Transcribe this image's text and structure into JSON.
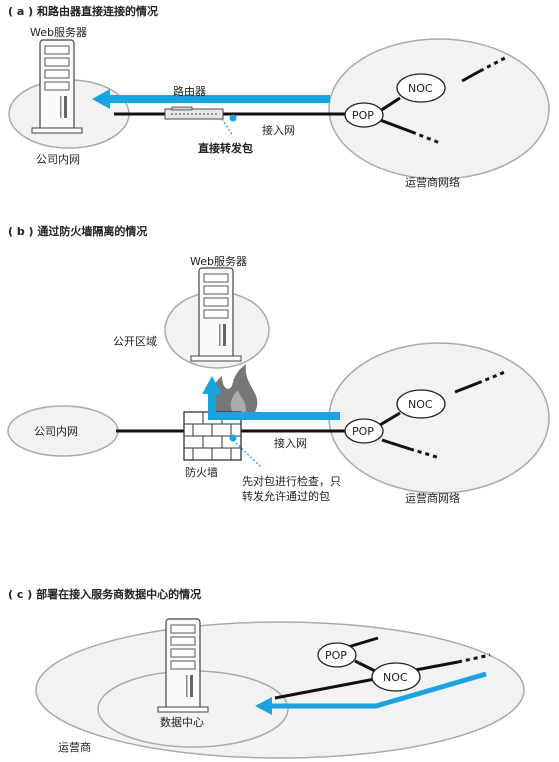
{
  "colors": {
    "accent": "#1ba3e0",
    "ellipse_fill": "#f2f2f2",
    "ellipse_stroke": "#aaaaaa",
    "line": "#111111"
  },
  "section_a": {
    "title": "( a ) 和路由器直接连接的情况",
    "web_server": "Web服务器",
    "router": "路由器",
    "access_network": "接入网",
    "direct_forward": "直接转发包",
    "company_network": "公司内网",
    "pop": "POP",
    "noc": "NOC",
    "operator_network": "运营商网络"
  },
  "section_b": {
    "title": "( b ) 通过防火墙隔离的情况",
    "web_server": "Web服务器",
    "public_zone": "公开区域",
    "company_network": "公司内网",
    "firewall": "防火墙",
    "access_network": "接入网",
    "note_line1": "先对包进行检查，只",
    "note_line2": "转发允许通过的包",
    "pop": "POP",
    "noc": "NOC",
    "operator_network": "运营商网络"
  },
  "section_c": {
    "title": "( c ) 部署在接入服务商数据中心的情况",
    "pop": "POP",
    "noc": "NOC",
    "data_center": "数据中心",
    "operator": "运营商"
  },
  "icons": [
    "server-icon",
    "router-icon",
    "firewall-icon",
    "fire-icon"
  ]
}
